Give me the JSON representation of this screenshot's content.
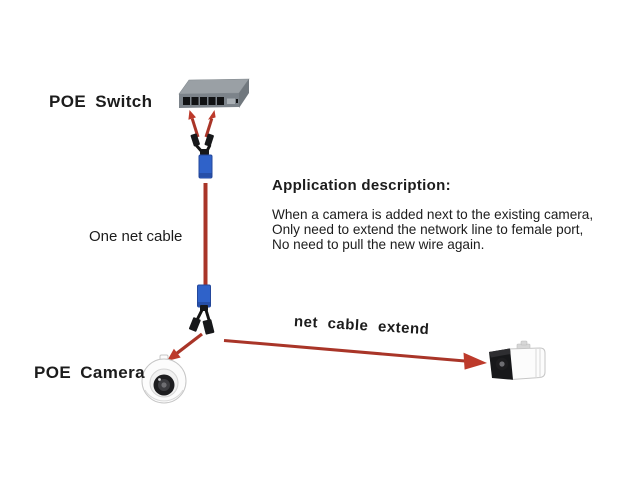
{
  "diagram": {
    "labels": {
      "poe_switch": "POE Switch",
      "one_net_cable": "One net cable",
      "poe_camera": "POE Camera",
      "net_cable_extend": "net cable extend"
    },
    "description": {
      "title": "Application description:",
      "lines": [
        "When a camera is added next to the existing camera,",
        "Only need to extend the network line to female port,",
        "No need to pull the new wire again."
      ]
    },
    "images": [
      {
        "name": "poe-switch-photo",
        "desc": "gray 5-port POE switch"
      },
      {
        "name": "rj45-y-splitter-top",
        "desc": "black Y splitter cable into switch"
      },
      {
        "name": "blue-network-coupler-top",
        "desc": "blue RJ45 female coupler"
      },
      {
        "name": "vertical-net-cable-line",
        "desc": "red line, one net cable"
      },
      {
        "name": "blue-network-coupler-bottom",
        "desc": "blue RJ45 female coupler"
      },
      {
        "name": "rj45-y-splitter-bottom",
        "desc": "black Y splitter to cameras"
      },
      {
        "name": "dome-camera-photo",
        "desc": "white dome POE camera"
      },
      {
        "name": "bullet-camera-photo",
        "desc": "white bullet camera, extended"
      }
    ]
  },
  "colors": {
    "background": "#ffffff",
    "text": "#1c1c1c",
    "line_red": "#a93528",
    "arrow_red": "#bd3a2b",
    "connector_blue": "#2f62c9",
    "switch_top_gray": "#9aa0a5",
    "switch_front_gray": "#7c838a",
    "switch_side_gray": "#71787e"
  }
}
